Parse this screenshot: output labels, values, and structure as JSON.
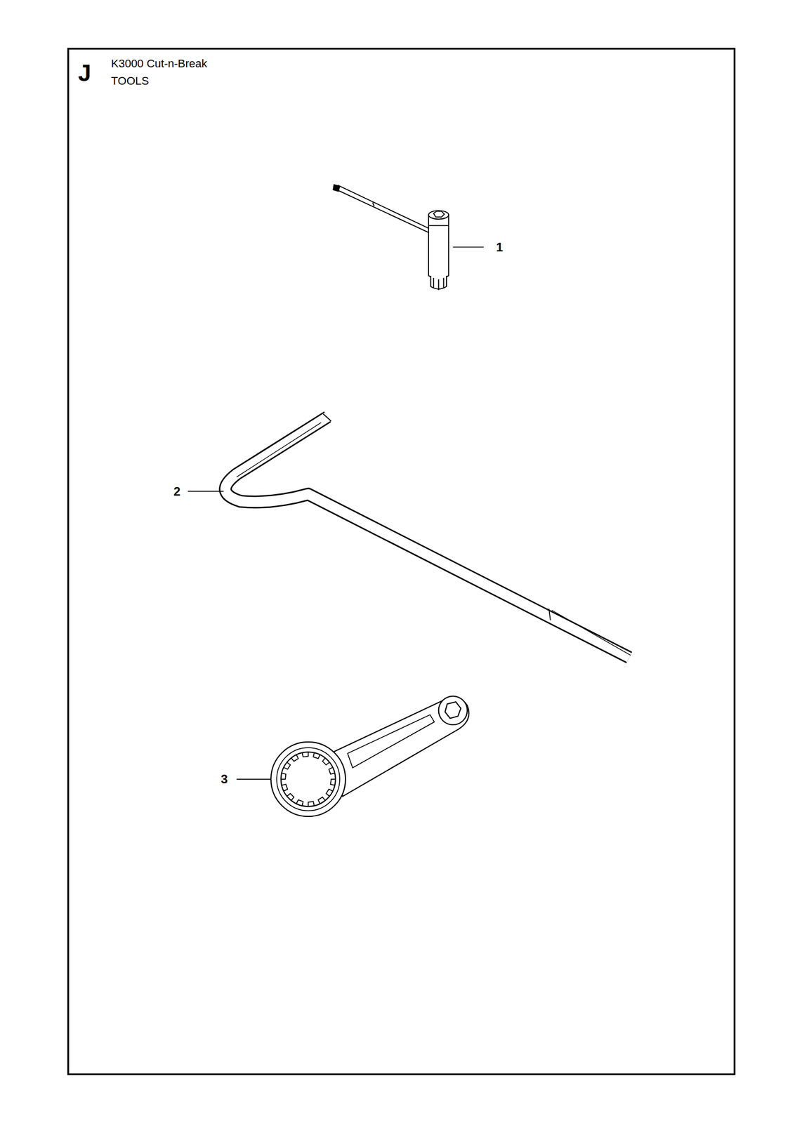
{
  "diagram": {
    "labels": [
      "J",
      "K3000 Cut-n-Break",
      "TOOLS",
      "1",
      "2",
      "3"
    ]
  }
}
